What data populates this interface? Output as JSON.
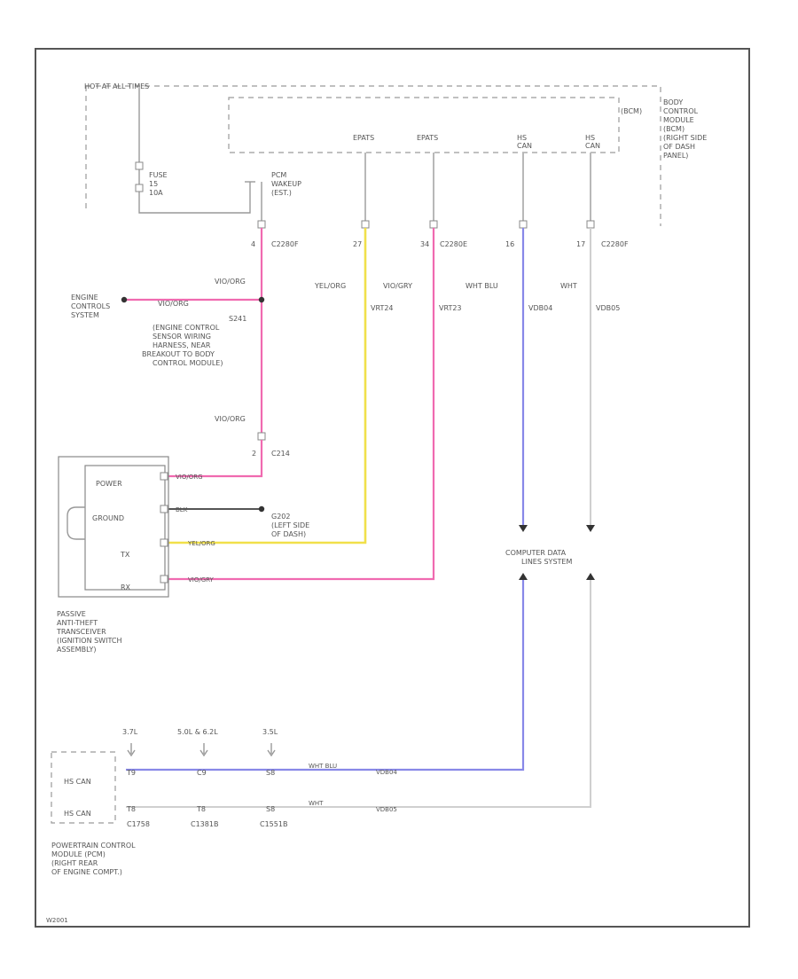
{
  "labels": {
    "hot_all": "HOT AT ALL TIMES",
    "bcm": "BODY\nCONTROL\nMODULE\n(BCM)\n(RIGHT SIDE\nOF DASH\nPANEL)",
    "bcm_tag": "(BCM)",
    "fuse": "FUSE\n15\n10A",
    "pcm_wake": "PCM\nWAKEUP\n(EST.)",
    "epats1": "EPATS",
    "epats2": "EPATS",
    "hs_canh": "HS\nCAN",
    "hs_canl": "HS\nCAN",
    "c1": "4",
    "c2": "27",
    "c3": "34",
    "c4": "16",
    "c5": "17",
    "c2280f": "C2280F",
    "c2280e": "C2280E",
    "c2280f2": "C2280F",
    "w_vior": "VIO/ORG",
    "w_ylor": "YEL/ORG",
    "w_vior2": "VIO/GRY",
    "w_whtblu": "WHT BLU",
    "w_wht": "WHT",
    "ckt1": "VRT24",
    "ckt2": "VRT23",
    "ckt3": "VDB04",
    "ckt4": "VDB05",
    "engine": "ENGINE\nCONTROLS\nSYSTEM",
    "w_engine": "VIO/ORG",
    "s241": "S241\n(ENGINE CONTROL\nSENSOR WIRING\nHARNESS, NEAR\nBREAKOUT TO BODY\nCONTROL MODULE)",
    "w_vior3": "VIO/ORG",
    "c214_pin": "2",
    "c214": "C214",
    "pwr": "POWER",
    "gnd": "GROUND",
    "tx": "TX",
    "rx": "RX",
    "w_pwr": "VIO/ORG",
    "w_gnd": "BLK",
    "w_tx": "YEL/ORG",
    "w_rx": "VIO/GRY",
    "g202": "G202\n(LEFT SIDE\nOF DASH)",
    "pats": "PASSIVE\nANTI-THEFT\nTRANSCEIVER\n(IGNITION SWITCH\nASSEMBLY)",
    "cdl": "COMPUTER DATA\nLINES SYSTEM",
    "e1": "3.7L",
    "e2": "5.0L & 6.2L",
    "e3": "3.5L",
    "pcm_hs1": "HS CAN",
    "pcm_hs2": "HS CAN",
    "p1a": "T9",
    "p2a": "C9",
    "p3a": "S8",
    "p1b": "T8",
    "p2b": "T8",
    "p3b": "S8",
    "c1758": "C1758",
    "c1381b": "C1381B",
    "c1551b": "C1551B",
    "w_pcm1": "WHT BLU",
    "w_pcm2": "WHT",
    "ck_pcm1": "VDB04",
    "ck_pcm2": "VDB05",
    "pcm": "POWERTRAIN CONTROL\nMODULE (PCM)\n(RIGHT REAR\nOF ENGINE COMPT.)",
    "fig": "W2001"
  }
}
